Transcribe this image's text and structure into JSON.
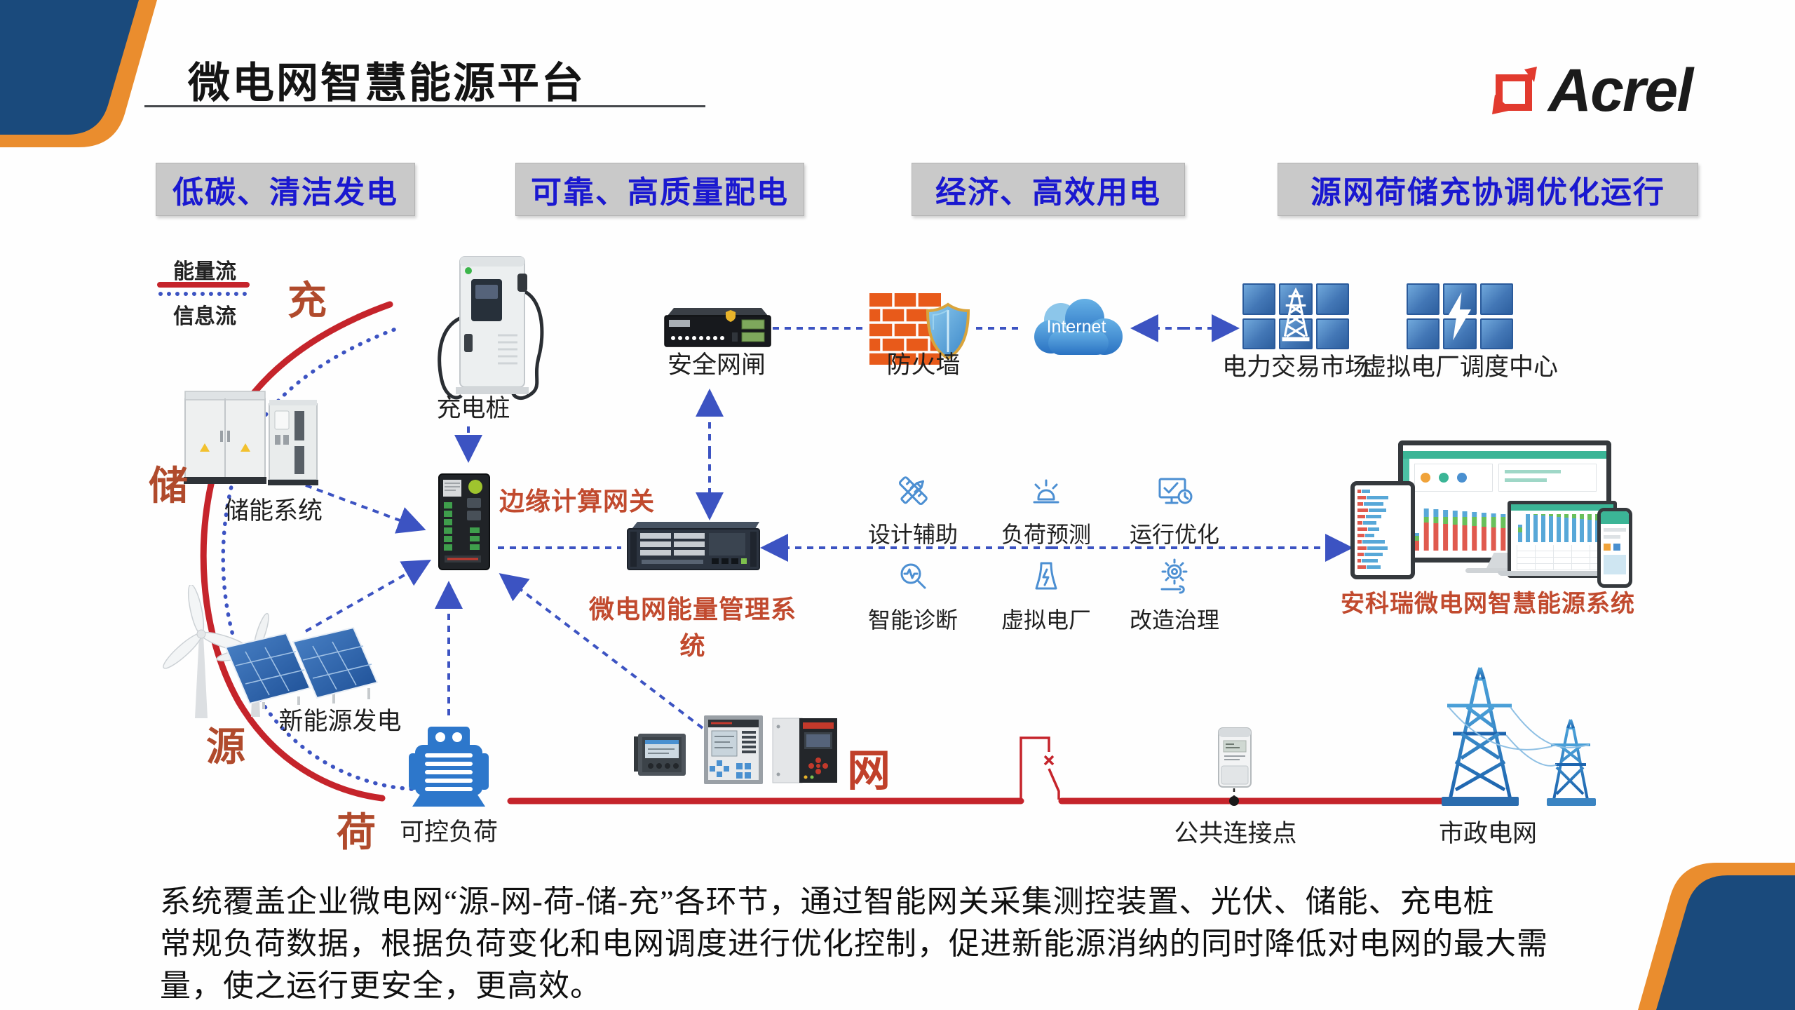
{
  "slide": {
    "title": "微电网智慧能源平台",
    "logo_text": "Acrel"
  },
  "banners": [
    {
      "label": "低碳、清洁发电"
    },
    {
      "label": "可靠、高质量配电"
    },
    {
      "label": "经济、高效用电"
    },
    {
      "label": "源网荷储充协调优化运行"
    }
  ],
  "legend": {
    "energy_flow": "能量流",
    "info_flow": "信息流"
  },
  "arc_labels": {
    "charge": "充",
    "storage": "储",
    "source": "源",
    "load": "荷",
    "grid": "网"
  },
  "nodes": {
    "charging_pile": "充电桩",
    "storage_system": "储能系统",
    "renewable_generation": "新能源发电",
    "controllable_load": "可控负荷",
    "edge_gateway": "边缘计算网关",
    "ems": "微电网能量管理系统",
    "security_gateway": "安全网闸",
    "firewall": "防火墙",
    "internet": "Internet",
    "power_market": "电力交易市场",
    "vpp_dispatch_center": "虚拟电厂调度中心",
    "acrel_system": "安科瑞微电网智慧能源系统",
    "pcc": "公共连接点",
    "municipal_grid": "市政电网"
  },
  "features": [
    {
      "label": "设计辅助"
    },
    {
      "label": "负荷预测"
    },
    {
      "label": "运行优化"
    },
    {
      "label": "智能诊断"
    },
    {
      "label": "虚拟电厂"
    },
    {
      "label": "改造治理"
    }
  ],
  "paragraph": {
    "lines": [
      "系统覆盖企业微电网“源-网-荷-储-充”各环节，通过智能网关采集测控装置、光伏、储能、充电桩",
      "常规负荷数据，根据负荷变化和电网调度进行优化控制，促进新能源消纳的同时降低对电网的最大需",
      "量，使之运行更安全，更高效。"
    ]
  },
  "colors": {
    "energy_red": "#c5242b",
    "info_blue": "#3c53c2",
    "label_red": "#c14a2e",
    "banner_text_blue": "#1a18d0",
    "corner_navy": "#1a4a7c",
    "corner_orange": "#ea8d2e"
  }
}
